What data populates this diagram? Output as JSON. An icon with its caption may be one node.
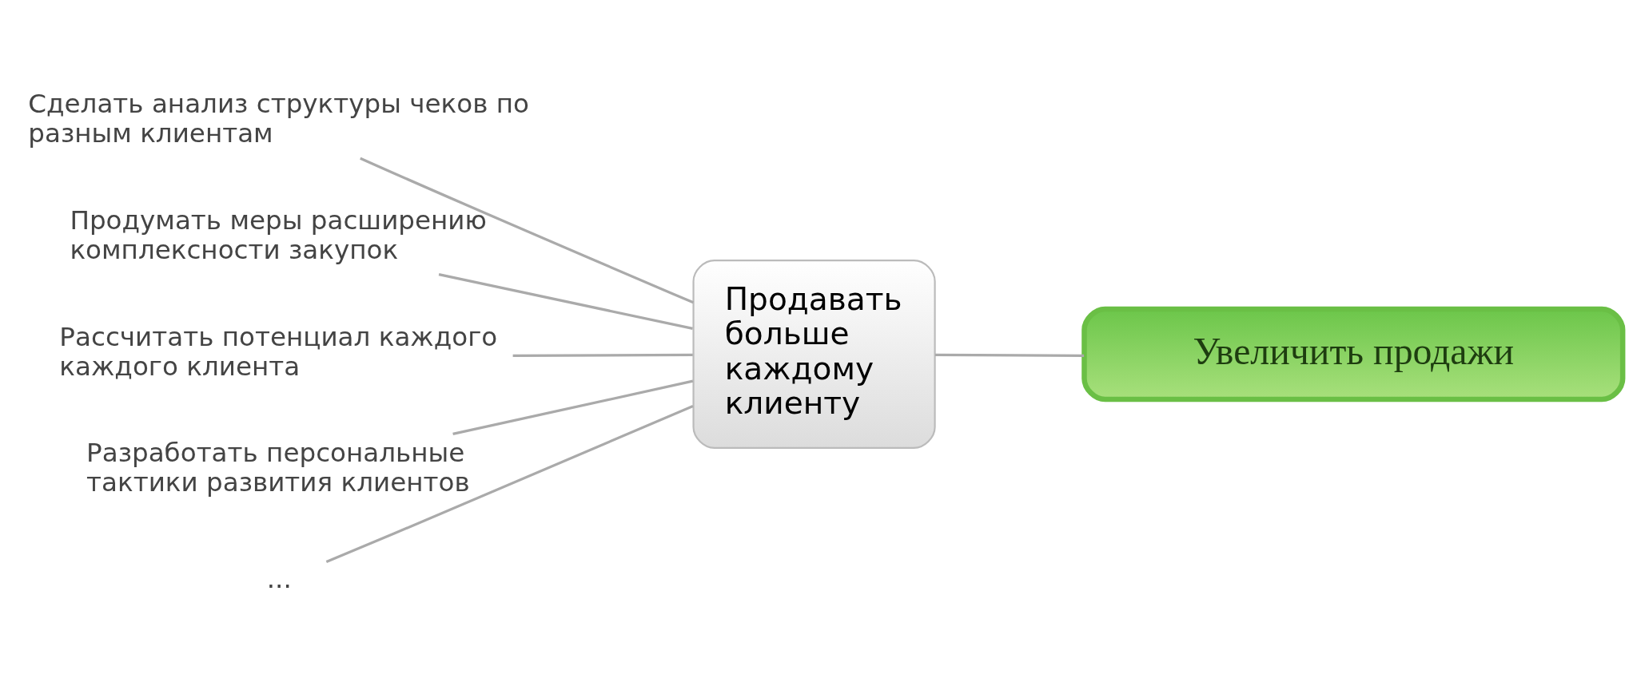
{
  "diagram": {
    "nodes": [
      {
        "text": [
          "Увеличить продажи"
        ]
      },
      {
        "text": [
          "Продавать больше каждому клиенту"
        ]
      },
      {
        "text": [
          "Сделать анализ структуры чеков по разным клиентам"
        ]
      },
      {
        "text": [
          "Продумать меры расширению комплексности закупок"
        ]
      },
      {
        "text": [
          "Рассчитать потенциал каждого каждого клиента"
        ]
      },
      {
        "text": [
          "Разработать персональные тактики развития клиентов"
        ]
      },
      {
        "text": [
          "..."
        ]
      }
    ],
    "edges": [
      {
        "from": 0,
        "to": 1,
        "arrow": "none"
      },
      {
        "from": 1,
        "to": 2,
        "arrow": "none"
      },
      {
        "from": 1,
        "to": 3,
        "arrow": "none"
      },
      {
        "from": 1,
        "to": 4,
        "arrow": "none"
      },
      {
        "from": 1,
        "to": 5,
        "arrow": "none"
      },
      {
        "from": 1,
        "to": 6,
        "arrow": "none"
      }
    ]
  }
}
